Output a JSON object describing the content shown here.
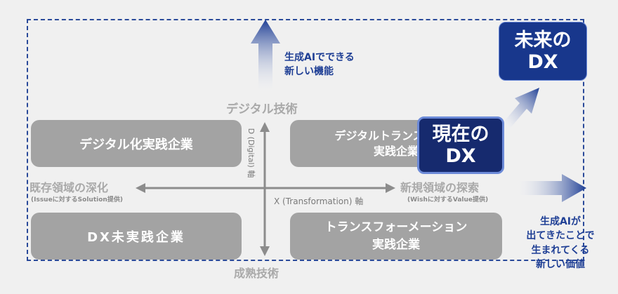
{
  "diagram": {
    "quadrants": {
      "top_left": "デジタル化実践企業",
      "top_right_line1": "デジタルトランスフォー",
      "top_right_line2": "実践企業",
      "bottom_left": "DX未実践企業",
      "bottom_right_line1": "トランスフォーメーション",
      "bottom_right_line2": "実践企業"
    },
    "axes": {
      "top": "デジタル技術",
      "bottom": "成熟技術",
      "left": "既存領域の深化",
      "left_sub": "(Issueに対するSolution提供)",
      "right": "新規領域の探索",
      "right_sub": "(Wishに対するValue提供)",
      "vertical_axis_name": "D (Digital) 軸",
      "horizontal_axis_name": "X (Transformation) 軸"
    },
    "top_arrow_text": [
      "生成AIでできる",
      "新しい機能"
    ],
    "right_arrow_text": [
      "生成AIが",
      "出てきたことで",
      "生まれてくる",
      "新しい価値"
    ],
    "current_dx": [
      "現在の",
      "DX"
    ],
    "future_dx": [
      "未来の",
      "DX"
    ]
  },
  "colors": {
    "navy": "#162a6e",
    "blue": "#1f3f95",
    "gray_box": "#a3a3a3",
    "background": "#f0f0f0"
  }
}
